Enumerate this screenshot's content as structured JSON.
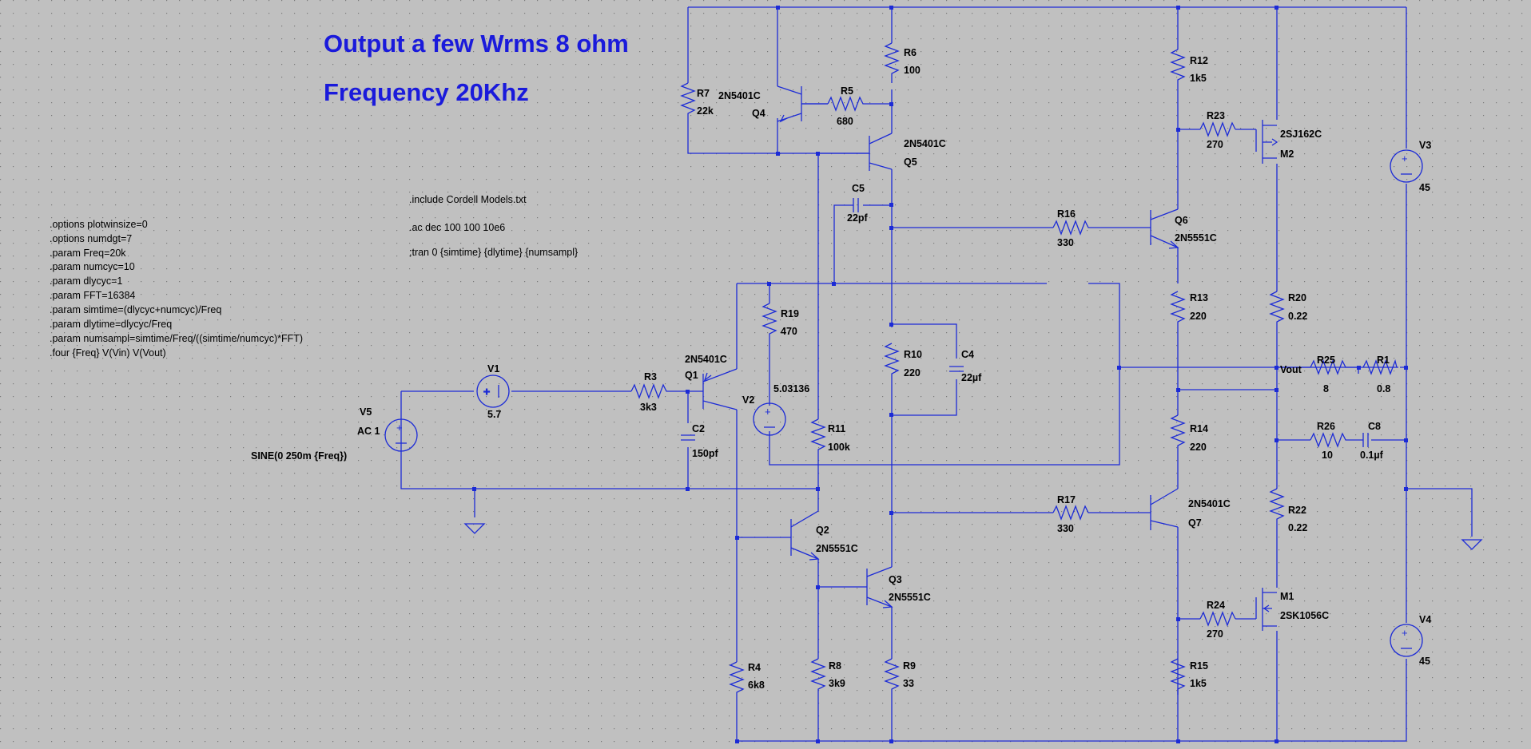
{
  "colors": {
    "background": "#c0c0c0",
    "wire": "#1c2bd6",
    "text": "#000000",
    "title": "#1a1adb"
  },
  "title": {
    "line1": "Output a few Wrms 8 ohm",
    "line2": "Frequency 20Khz"
  },
  "directives": {
    "param_block": [
      ".options plotwinsize=0",
      ".options numdgt=7",
      ".param Freq=20k",
      ".param numcyc=10",
      ".param dlycyc=1",
      ".param FFT=16384",
      ".param simtime=(dlycyc+numcyc)/Freq",
      ".param dlytime=dlycyc/Freq",
      ".param numsampl=simtime/Freq/((simtime/numcyc)*FFT)",
      ".four {Freq} V(Vin) V(Vout)"
    ],
    "include": ".include Cordell Models.txt",
    "ac": ".ac dec 100 100 10e6",
    "tran": ";tran 0 {simtime} {dlytime} {numsampl}"
  },
  "components": {
    "R1": {
      "name": "R1",
      "value": "0.8"
    },
    "R3": {
      "name": "R3",
      "value": "3k3"
    },
    "R4": {
      "name": "R4",
      "value": "6k8"
    },
    "R5": {
      "name": "R5",
      "value": "680"
    },
    "R6": {
      "name": "R6",
      "value": "100"
    },
    "R7": {
      "name": "R7",
      "value": "22k"
    },
    "R8": {
      "name": "R8",
      "value": "3k9"
    },
    "R9": {
      "name": "R9",
      "value": "33"
    },
    "R10": {
      "name": "R10",
      "value": "220"
    },
    "R11": {
      "name": "R11",
      "value": "100k"
    },
    "R12": {
      "name": "R12",
      "value": "1k5"
    },
    "R13": {
      "name": "R13",
      "value": "220"
    },
    "R14": {
      "name": "R14",
      "value": "220"
    },
    "R15": {
      "name": "R15",
      "value": "1k5"
    },
    "R16": {
      "name": "R16",
      "value": "330"
    },
    "R17": {
      "name": "R17",
      "value": "330"
    },
    "R19": {
      "name": "R19",
      "value": "470"
    },
    "R20": {
      "name": "R20",
      "value": "0.22"
    },
    "R22": {
      "name": "R22",
      "value": "0.22"
    },
    "R23": {
      "name": "R23",
      "value": "270"
    },
    "R24": {
      "name": "R24",
      "value": "270"
    },
    "R25": {
      "name": "R25",
      "value": "8"
    },
    "R26": {
      "name": "R26",
      "value": "10"
    },
    "C2": {
      "name": "C2",
      "value": "150pf"
    },
    "C4": {
      "name": "C4",
      "value": "22µf"
    },
    "C5": {
      "name": "C5",
      "value": "22pf"
    },
    "C8": {
      "name": "C8",
      "value": "0.1µf"
    },
    "Q1": {
      "name": "Q1",
      "model": "2N5401C"
    },
    "Q2": {
      "name": "Q2",
      "model": "2N5551C"
    },
    "Q3": {
      "name": "Q3",
      "model": "2N5551C"
    },
    "Q4": {
      "name": "Q4",
      "model": "2N5401C"
    },
    "Q5": {
      "name": "Q5",
      "model": "2N5401C"
    },
    "Q6": {
      "name": "Q6",
      "model": "2N5551C"
    },
    "Q7": {
      "name": "Q7",
      "model": "2N5401C"
    },
    "M1": {
      "name": "M1",
      "model": "2SK1056C"
    },
    "M2": {
      "name": "M2",
      "model": "2SJ162C"
    },
    "V1": {
      "name": "V1",
      "value": "5.7"
    },
    "V2": {
      "name": "V2",
      "value": "5.03136"
    },
    "V3": {
      "name": "V3",
      "value": "45"
    },
    "V4": {
      "name": "V4",
      "value": "45"
    },
    "V5": {
      "name": "V5",
      "value": "AC 1",
      "sine": "SINE(0 250m {Freq})"
    }
  },
  "net_labels": {
    "vout": "Vout"
  },
  "icons": {
    "ground": "ground-icon",
    "source": "voltage-source-icon"
  }
}
